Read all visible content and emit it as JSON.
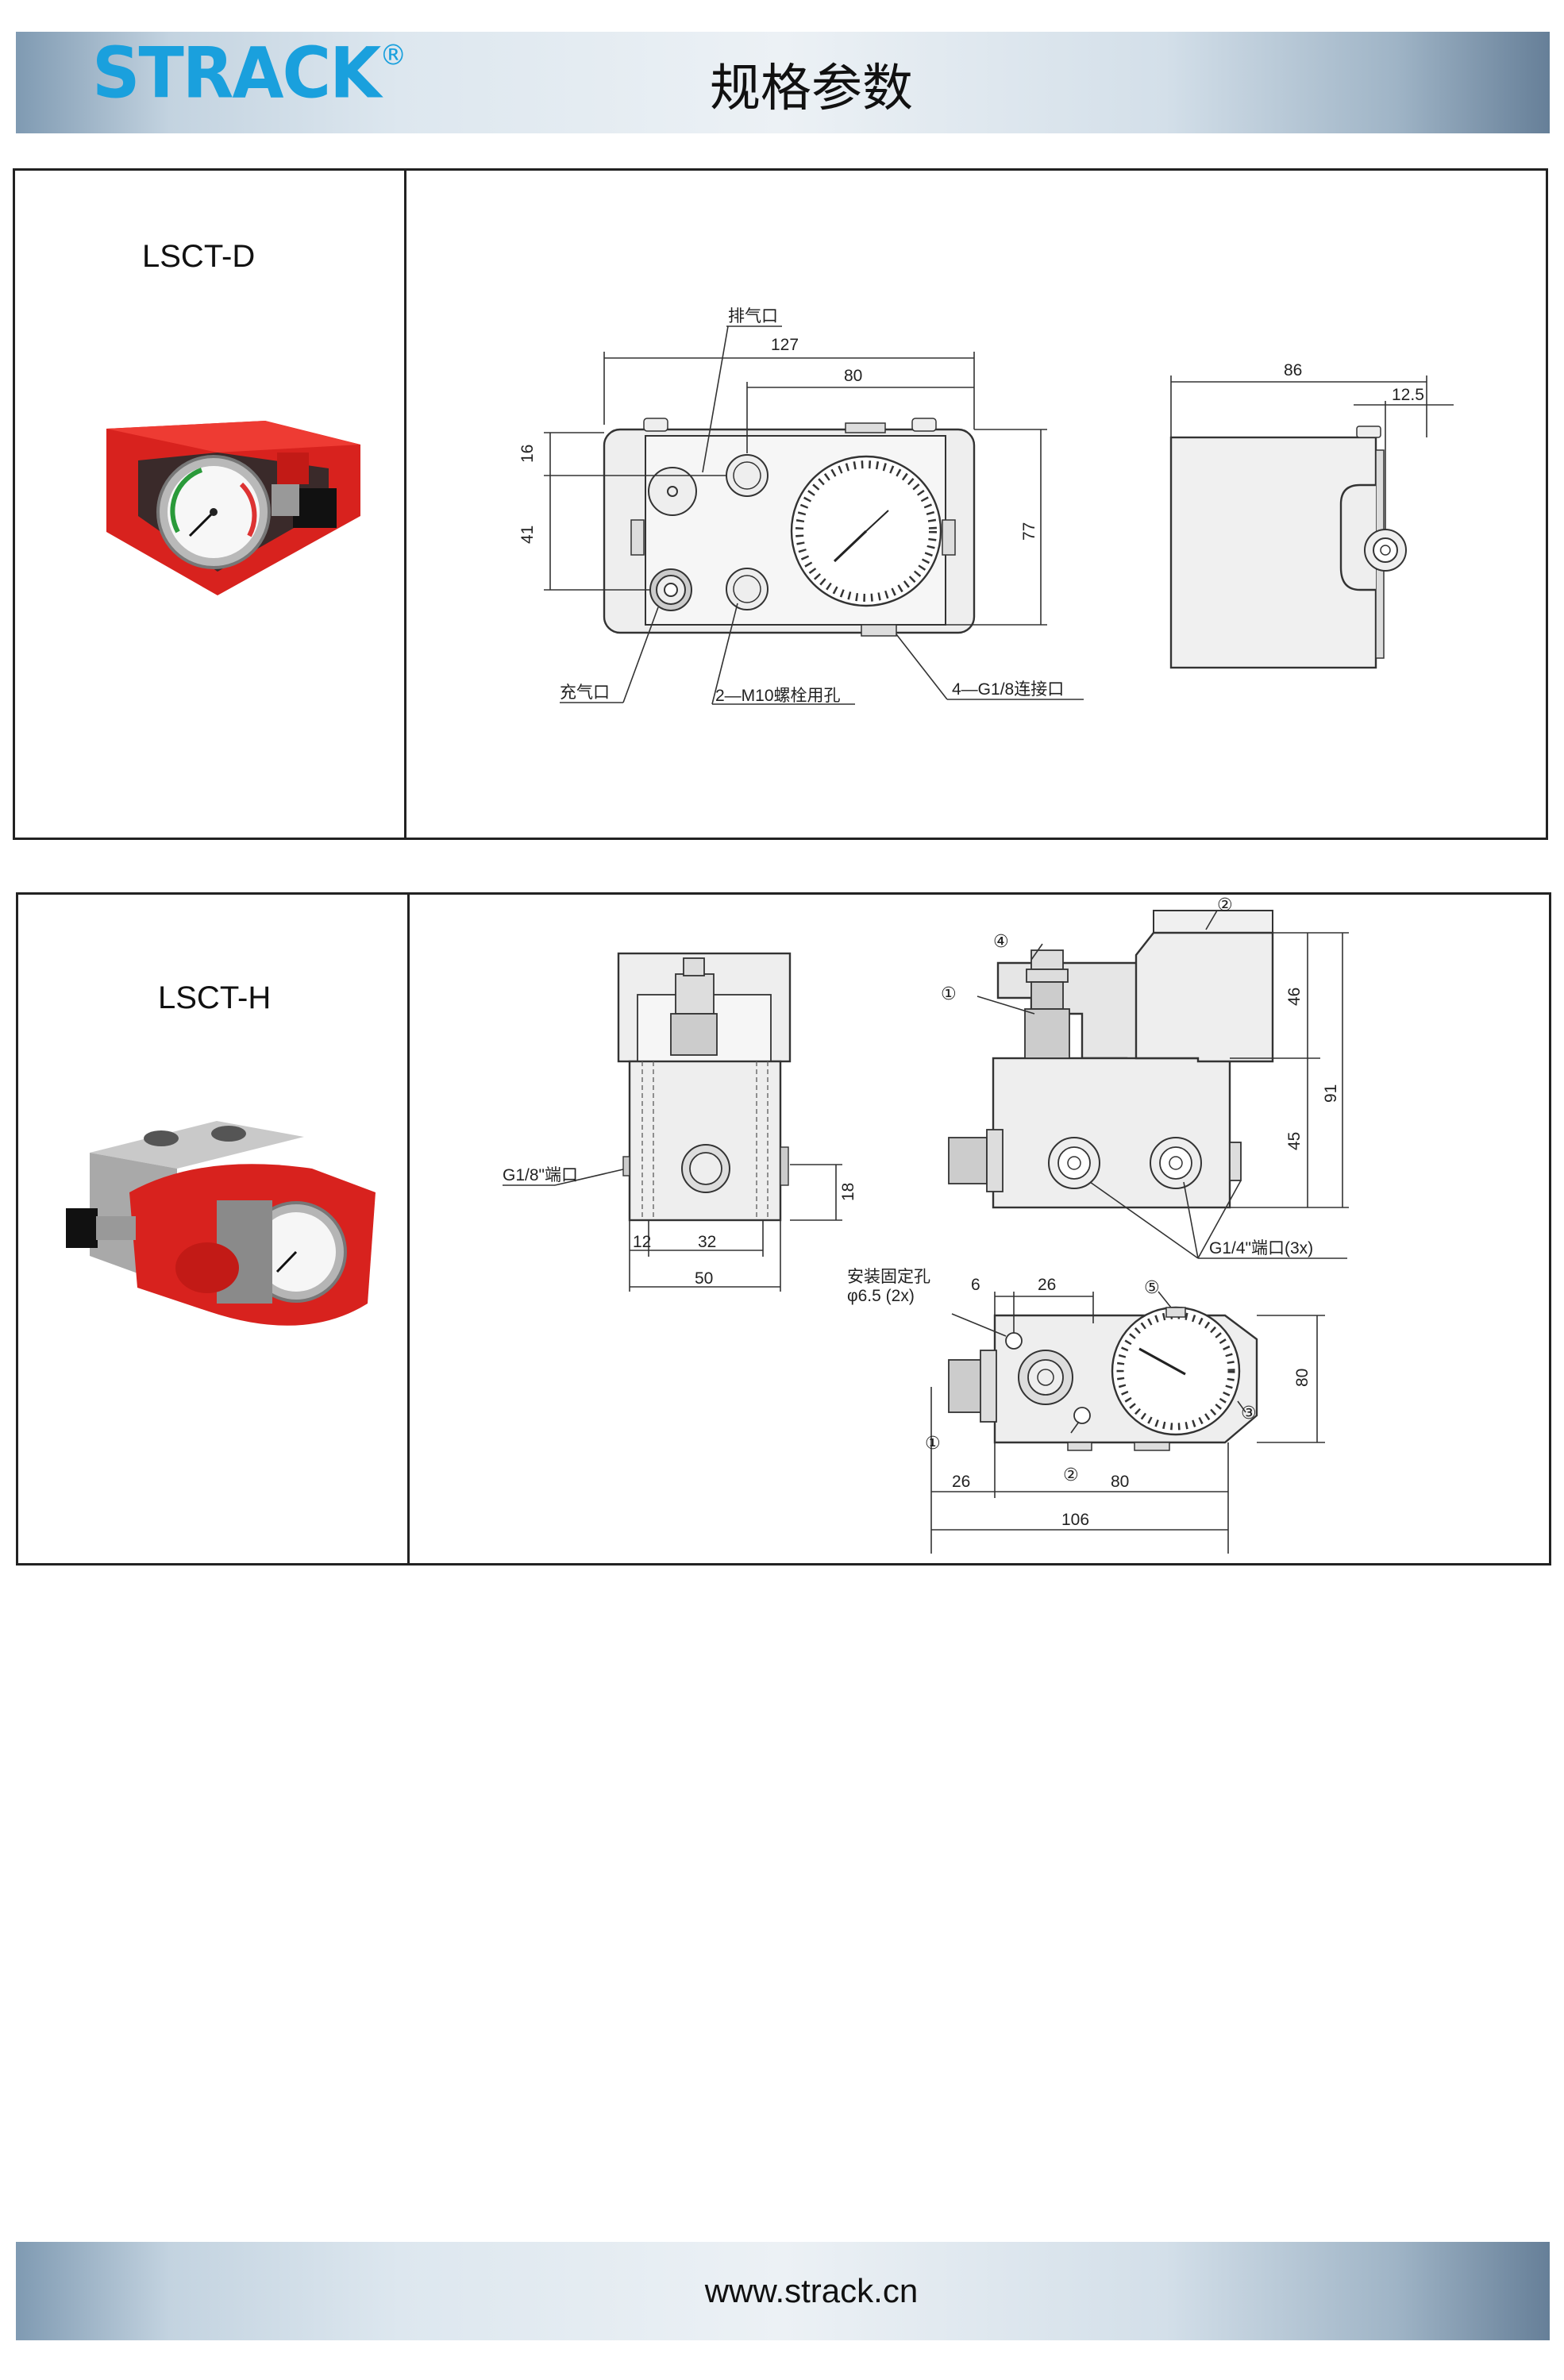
{
  "header": {
    "brand": "STRACK",
    "registered": "®",
    "title": "规格参数"
  },
  "footer": {
    "url": "www.strack.cn"
  },
  "colors": {
    "brand_blue": "#1aa0dd",
    "product_red": "#d8221e"
  },
  "lsct_d": {
    "model": "LSCT-D",
    "labels": {
      "exhaust": "排气口",
      "fill": "充气口",
      "bolt": "2—M10螺栓用孔",
      "port": "4—G1/8连接口"
    },
    "dims": {
      "width": "127",
      "gauge_span": "80",
      "top_offset": "16",
      "mid_span": "41",
      "height": "77",
      "side_depth": "86",
      "side_offset": "12.5"
    }
  },
  "lsct_h": {
    "model": "LSCT-H",
    "labels": {
      "g18_port": "G1/8\"端口",
      "g14_port": "G1/4\"端口(3x)",
      "mount_hole": "安装固定孔",
      "mount_hole_dia": "φ6.5 (2x)",
      "c1": "①",
      "c2": "②",
      "c3": "③",
      "c4": "④",
      "c5": "⑤"
    },
    "dims": {
      "d12": "12",
      "d32": "32",
      "d50": "50",
      "d18": "18",
      "d46": "46",
      "d45": "45",
      "d91": "91",
      "d6": "6",
      "d26_top": "26",
      "d80_right": "80",
      "d26_bottom": "26",
      "d80_bottom": "80",
      "d106": "106"
    }
  }
}
